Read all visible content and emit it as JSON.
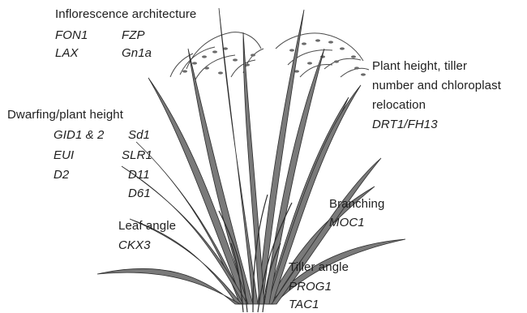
{
  "labels": {
    "inflorescence": {
      "title": "Inflorescence architecture",
      "genes": [
        "FON1",
        "FZP",
        "LAX",
        "Gn1a"
      ]
    },
    "plant_height_tiller": {
      "title_lines": [
        "Plant height, tiller",
        "number and chloroplast",
        "relocation"
      ],
      "genes": [
        "DRT1/FH13"
      ]
    },
    "dwarfing": {
      "title": "Dwarfing/plant height",
      "genes": [
        "GID1 & 2",
        "Sd1",
        "EUI",
        "SLR1",
        "D2",
        "D11",
        "D61"
      ]
    },
    "branching": {
      "title": "Branching",
      "genes": [
        "MOC1"
      ]
    },
    "leaf_angle": {
      "title": "Leaf angle",
      "genes": [
        "CKX3"
      ]
    },
    "tiller_angle": {
      "title": "Tiller angle",
      "genes": [
        "PROG1",
        "TAC1"
      ]
    }
  },
  "illustration": {
    "subject": "rice plant drawing",
    "colors": {
      "stroke": "#2b2b2b",
      "leaf_fill": "#7a7a7a",
      "panicle": "#4a4a4a"
    }
  }
}
